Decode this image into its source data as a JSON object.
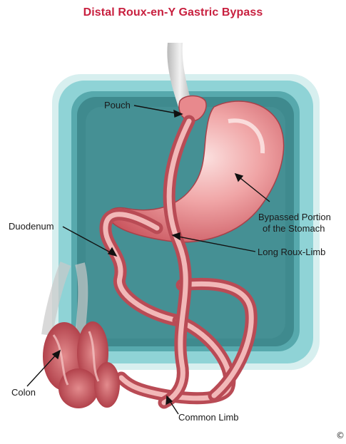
{
  "title": "Distal Roux-en-Y Gastric Bypass",
  "labels": {
    "pouch": "Pouch",
    "duodenum": "Duodenum",
    "bypassed_line1": "Bypassed Portion",
    "bypassed_line2": "of the Stomach",
    "long_roux_limb": "Long Roux-Limb",
    "colon": "Colon",
    "common_limb": "Common Limb"
  },
  "copyright_mark": "©",
  "colors": {
    "title": "#c8203f",
    "backdrop_outer": "#8fd3d6",
    "backdrop_inner": "#3f8a8e",
    "tissue": "#e58a8e",
    "tissue_highlight": "#f6c8c8"
  }
}
